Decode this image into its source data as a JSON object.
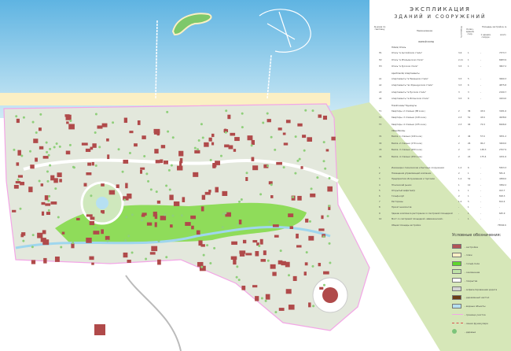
{
  "title_line1": "ЭКСПЛИКАЦИЯ",
  "title_line2": "ЗДАНИЙ И СООРУЖЕНИЙ",
  "headers": {
    "num": "№ дома по генплану",
    "name": "Наименование",
    "floors": "Этажность",
    "count": "Колич. зданий, соор.",
    "area": "Площадь застройки, м.",
    "area_one": "1 здания, сооруж.",
    "area_total": "всего"
  },
  "sections": [
    {
      "title": "ЖИЛОЙ ФОНД",
      "rows": []
    },
    {
      "title": "Hotels/ Отель",
      "rows": [
        [
          "H1",
          "Отель \"в Английском стиле\"",
          "3-6",
          "1",
          "-",
          "7373.7"
        ],
        [
          "H2",
          "Отель \"в Итальянском стиле\"",
          "2-11",
          "1",
          "-",
          "6983.9"
        ],
        [
          "H3",
          "Отель \"в Русском стиле\"",
          "3-5",
          "1",
          "-",
          "3827.2"
        ]
      ]
    },
    {
      "title": "Apartments/ Апартаменты",
      "rows": [
        [
          "A1",
          "Апартаменты \"в Немецком стиле\"",
          "3-5",
          "5",
          "-",
          "3060.3"
        ],
        [
          "A2",
          "Апартаменты \"во Французском стиле\"",
          "3-5",
          "6",
          "-",
          "4875.8"
        ],
        [
          "A3",
          "Апартаменты \"в Русском стиле\"",
          "3",
          "3",
          "-",
          "2190.7"
        ],
        [
          "A4",
          "Апартаменты \"в Испанском стиле\"",
          "3-5",
          "8",
          "-",
          "4104.0"
        ]
      ]
    },
    {
      "title": "Townhouses/ Таунхаусы",
      "rows": [
        [
          "T1",
          "Квартиры -2 спальни (88 м.кв.)",
          "2",
          "36",
          "43.6",
          "3181.6"
        ],
        [
          "T2",
          "Квартиры -3 спальни (118 м.кв.)",
          "2-3",
          "51",
          "43.6",
          "4938.6"
        ],
        [
          "T3",
          "Квартиры -4 спальни (135 м.кв.)",
          "2-3",
          "94",
          "72.9",
          "6946.6"
        ]
      ]
    },
    {
      "title": "Villas/ Виллы",
      "rows": [
        [
          "V1",
          "Вилла -1 спальня (140 м.кв.)",
          "2",
          "46",
          "57.6",
          "3051.2"
        ],
        [
          "V2",
          "Вилла -2 спальни (170 м.кв.)",
          "2",
          "26",
          "90.2",
          "3400.0"
        ],
        [
          "V3",
          "Вилла -3 спальни (200 м.кв.)",
          "2",
          "17",
          "138.3",
          "2707.9"
        ],
        [
          "V4",
          "Вилла -4 спальни (250 м.кв.)",
          "2",
          "24",
          "175.4",
          "4151.6"
        ]
      ]
    },
    {
      "title": "",
      "rows": [
        [
          "1",
          "Инженерно-технические и бытовые сооружения",
          "1-2",
          "6",
          "-",
          "5503.3"
        ],
        [
          "2",
          "Помещения управляющей компании",
          "2",
          "1",
          "-",
          "581.4"
        ],
        [
          "3",
          "Предприятия обслуживания и торговли",
          "1-2",
          "52",
          "-",
          "4380.0"
        ],
        [
          "4",
          "Этнический рынок",
          "1",
          "10",
          "-",
          "3382.2"
        ],
        [
          "5",
          "Открытый амфитеатр",
          "1",
          "1",
          "-",
          "913.7"
        ],
        [
          "6",
          "Гольф-клуб",
          "2",
          "1",
          "-",
          "818.3"
        ],
        [
          "7",
          "Рестораны",
          "1-2",
          "5",
          "-",
          "814.4"
        ],
        [
          "8",
          "Прокат шезлонгов",
          "-",
          "1",
          "-",
          "-"
        ],
        [
          "9",
          "Здание комплекса ресторанов со смотровой площадкой",
          "-",
          "1",
          "-",
          "645.9"
        ],
        [
          "10",
          "Мост со смотровой площадкой «Шемахинский»",
          "-",
          "1",
          "-",
          "-"
        ]
      ]
    }
  ],
  "total_label": "Общая площадь застройки",
  "total_value": "75840.6",
  "legend_title": "Условные обозначения:",
  "legend": [
    {
      "label": "- застройка",
      "color": "#b25456",
      "kind": "box"
    },
    {
      "label": "- пляж",
      "color": "#fbefc4",
      "kind": "box"
    },
    {
      "label": "- гольф-поле",
      "color": "#5fd62e",
      "kind": "box"
    },
    {
      "label": "- озеленение",
      "color": "#bfe3a8",
      "kind": "box"
    },
    {
      "label": "- покрытие",
      "color": "#ffffff",
      "kind": "box"
    },
    {
      "label": "- асфальтированная дорога",
      "color": "#d4d4d4",
      "kind": "box"
    },
    {
      "label": "- деревянный настил",
      "color": "#6b3d16",
      "kind": "box"
    },
    {
      "label": "- водные объекты",
      "color": "#b5dff0",
      "kind": "box"
    },
    {
      "label": "- граница участка",
      "color": "#f3a6e6",
      "kind": "line"
    },
    {
      "label": "- линия фуникулера",
      "color": "#d9534f",
      "kind": "dash"
    },
    {
      "label": "- деревья",
      "color": "#7cc47a",
      "kind": "tree"
    }
  ],
  "colors": {
    "sea": "#7cc3e8",
    "site": "#e3e8dc",
    "building": "#b04a4a",
    "park": "#cfe8bd",
    "golf": "#6fd13a",
    "water": "#b6e0f2",
    "field": "#d6e7b8"
  }
}
